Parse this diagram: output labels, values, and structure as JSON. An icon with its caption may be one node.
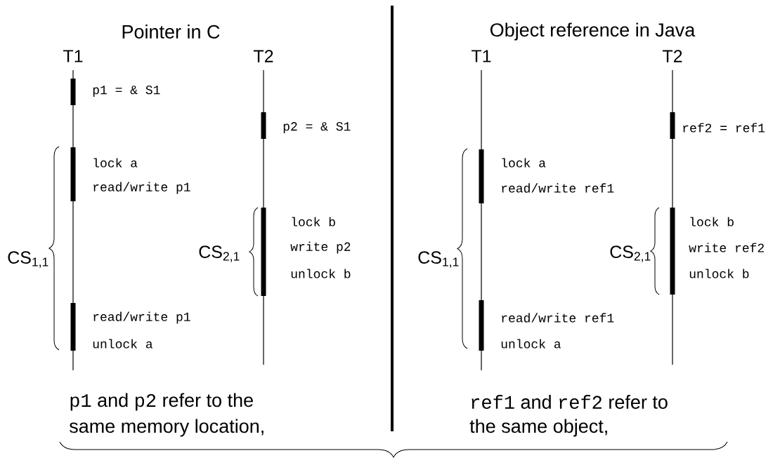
{
  "diagram": {
    "labels": [
      "Pointer in C",
      "Object reference in Java",
      "T1",
      "T2",
      "T1",
      "T2",
      "p1 = & S1",
      "p2 = & S1",
      "ref2 = ref1",
      "lock a",
      "read/write p1",
      "lock a",
      "read/write ref1",
      "lock b",
      "write p2",
      "unlock b",
      "lock b",
      "write ref2",
      "unlock b",
      "CS$_{1,1}$",
      "CS$_{2,1}$",
      "CS$_{1,1}$",
      "CS$_{2,1}$",
      "read/write p1",
      "unlock a",
      "read/write ref1",
      "unlock a",
      "p1",
      "and",
      "p2",
      "refer to the",
      "ref1",
      "and",
      "ref2",
      "refer to",
      "same memory location,",
      "the same object,"
    ]
  }
}
